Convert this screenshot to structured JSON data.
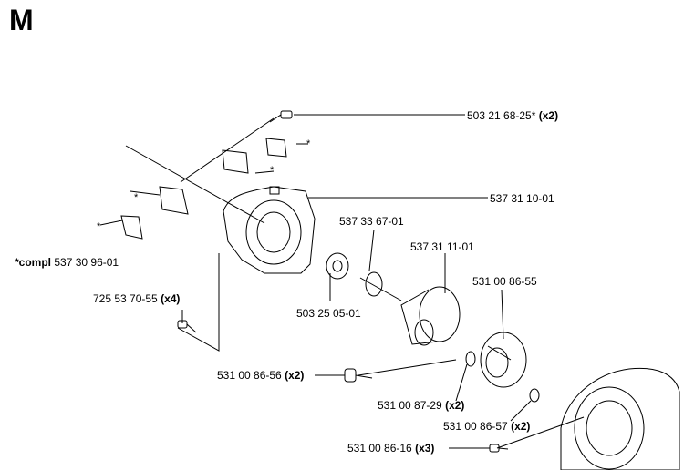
{
  "section": {
    "letter": "M"
  },
  "parts": {
    "bolt_top": {
      "number": "503 21 68-25*",
      "qty": "(x2)"
    },
    "housing": {
      "number": "537 31 10-01",
      "qty": ""
    },
    "snap_ring": {
      "number": "537 33 67-01",
      "qty": ""
    },
    "clutch_drum": {
      "number": "537 31 11-01",
      "qty": ""
    },
    "clutch": {
      "number": "531 00 86-55",
      "qty": ""
    },
    "bearing": {
      "number": "503 25 05-01",
      "qty": ""
    },
    "screw_left": {
      "number": "725 53 70-55",
      "qty": "(x4)"
    },
    "shoulder_screw": {
      "number": "531 00 86-56",
      "qty": "(x2)"
    },
    "washer": {
      "number": "531 00 87-29",
      "qty": "(x2)"
    },
    "washer_small": {
      "number": "531 00 86-57",
      "qty": "(x2)"
    },
    "screw_bottom": {
      "number": "531 00 86-16",
      "qty": "(x3)"
    },
    "compl": {
      "prefix": "*compl",
      "number": "537 30 96-01"
    }
  },
  "marks": {
    "asterisk": "*"
  }
}
